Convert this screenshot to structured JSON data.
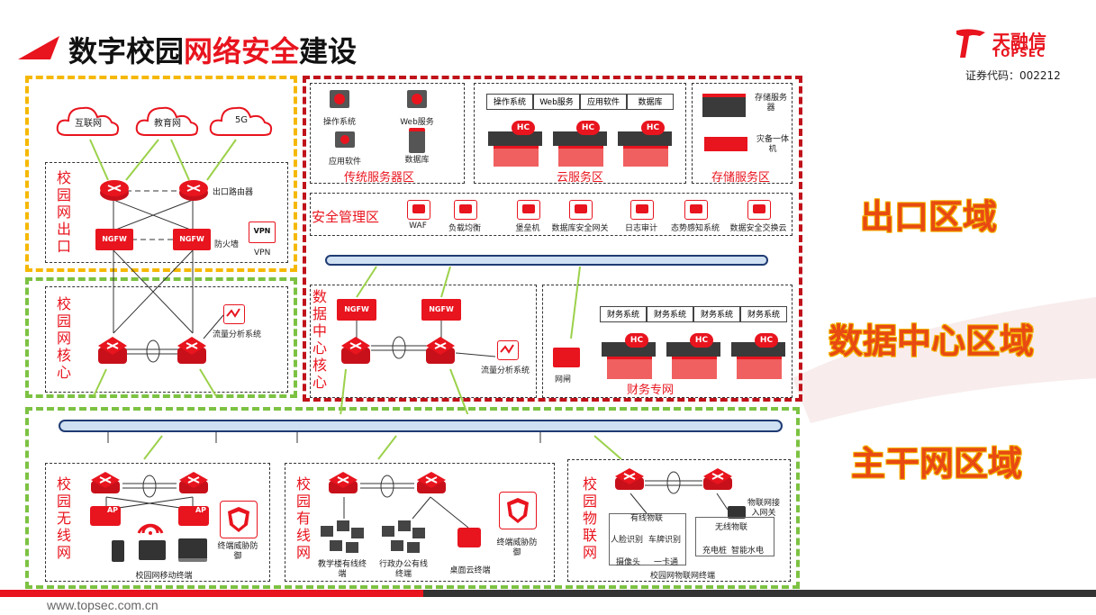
{
  "header": {
    "title_black_1": "数字校园",
    "title_red": "网络安全",
    "title_black_2": "建设",
    "logo_cn": "天融信",
    "logo_en": "TOPSEC",
    "stock_code": "证券代码：002212"
  },
  "footer": {
    "url": "www.topsec.com.cn"
  },
  "regions": {
    "exit": "出口区域",
    "datacenter": "数据中心区域",
    "backbone": "主干网区域"
  },
  "exit_zone": {
    "clouds": [
      "互联网",
      "教育网",
      "5G"
    ],
    "side_label": "校园网出口",
    "router_label": "出口路由器",
    "firewall_label": "防火墙",
    "vpn_badge": "VPN",
    "vpn_label": "VPN",
    "ngfw": "NGFW"
  },
  "core_zone": {
    "side_label": "校园网核心",
    "traffic_label": "流量分析系统"
  },
  "traditional_servers": {
    "caption": "传统服务器区",
    "items": [
      "操作系统",
      "Web服务",
      "应用软件",
      "数据库"
    ]
  },
  "cloud_services": {
    "caption": "云服务区",
    "tabs": [
      "操作系统",
      "Web服务",
      "应用软件",
      "数据库"
    ],
    "hc": "HC"
  },
  "storage": {
    "caption": "存储服务区",
    "items": [
      "存储服务器",
      "灾备一体机"
    ]
  },
  "security_mgmt": {
    "caption": "安全管理区",
    "items": [
      "WAF",
      "负载均衡",
      "堡垒机",
      "数据库安全网关",
      "日志审计",
      "态势感知系统",
      "数据安全交换云"
    ]
  },
  "dc_core": {
    "side_label": "数据中心核心",
    "traffic_label": "流量分析系统"
  },
  "finance": {
    "caption": "财务专网",
    "gateway_label": "网闸",
    "tabs": [
      "财务系统",
      "财务系统",
      "财务系统",
      "财务系统"
    ]
  },
  "wireless": {
    "side_label": "校园无线网",
    "ap": "AP",
    "threat_label": "终端威胁防御",
    "terminal_label": "校园网移动终端"
  },
  "wired": {
    "side_label": "校园有线网",
    "teach_label": "教学楼有线终端",
    "office_label": "行政办公有线终端",
    "desktop_label": "桌面云终端",
    "threat_label": "终端威胁防御"
  },
  "iot": {
    "side_label": "校园物联网",
    "gateway_label": "物联网接入网关",
    "wired_iot_title": "有线物联",
    "wired_iot_items": [
      "人脸识别",
      "车牌识别",
      "摄像头",
      "一卡通"
    ],
    "wireless_iot_title": "无线物联",
    "wireless_iot_items": [
      "充电桩",
      "智能水电"
    ],
    "terminal_label": "校园网物联网终端"
  }
}
